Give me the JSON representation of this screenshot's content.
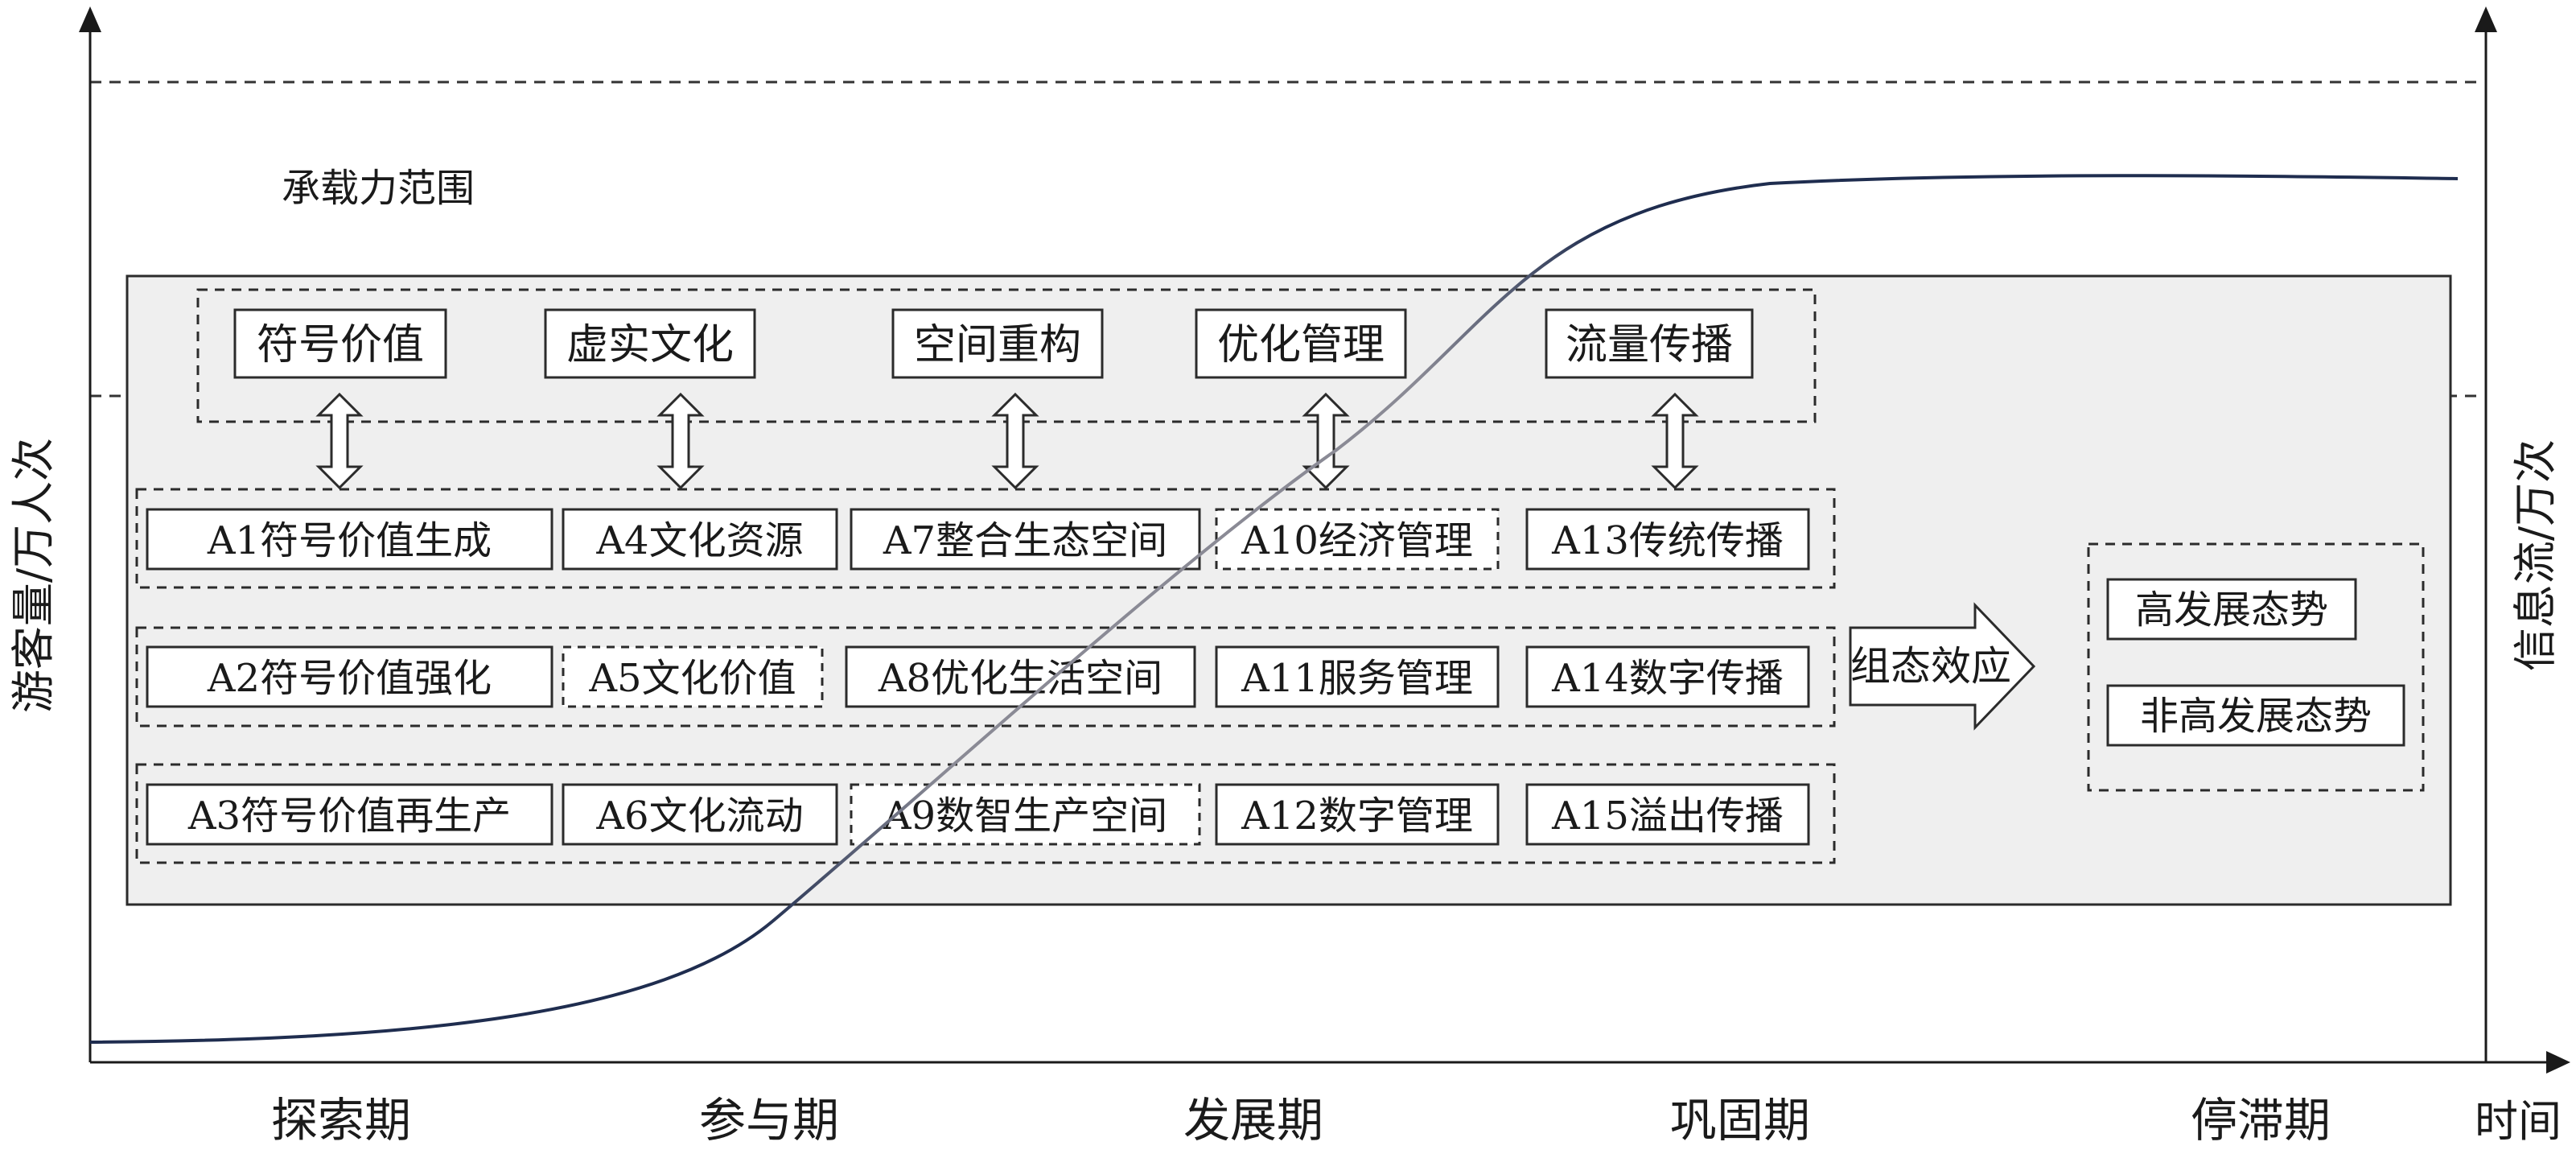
{
  "axes": {
    "y_left_label": "游客量/万人次",
    "y_right_label": "信息流/万次",
    "x_label": "时间",
    "stages": [
      "探索期",
      "参与期",
      "发展期",
      "巩固期",
      "停滞期"
    ]
  },
  "capacity_label": "承载力范围",
  "top_concepts": [
    "符号价值",
    "虚实文化",
    "空间重构",
    "优化管理",
    "流量传播"
  ],
  "factor_rows": [
    [
      "A1符号价值生成",
      "A4文化资源",
      "A7整合生态空间",
      "A10经济管理",
      "A13传统传播"
    ],
    [
      "A2符号价值强化",
      "A5文化价值",
      "A8优化生活空间",
      "A11服务管理",
      "A14数字传播"
    ],
    [
      "A3符号价值再生产",
      "A6文化流动",
      "A9数智生产空间",
      "A12数字管理",
      "A15溢出传播"
    ]
  ],
  "effect_label": "组态效应",
  "outcomes": [
    "高发展态势",
    "非高发展态势"
  ],
  "colors": {
    "curve_left": "#1f2d4f",
    "curve_mid": "#8a8a95",
    "panel_fill": "#efefef",
    "line": "#2b2b2b"
  }
}
